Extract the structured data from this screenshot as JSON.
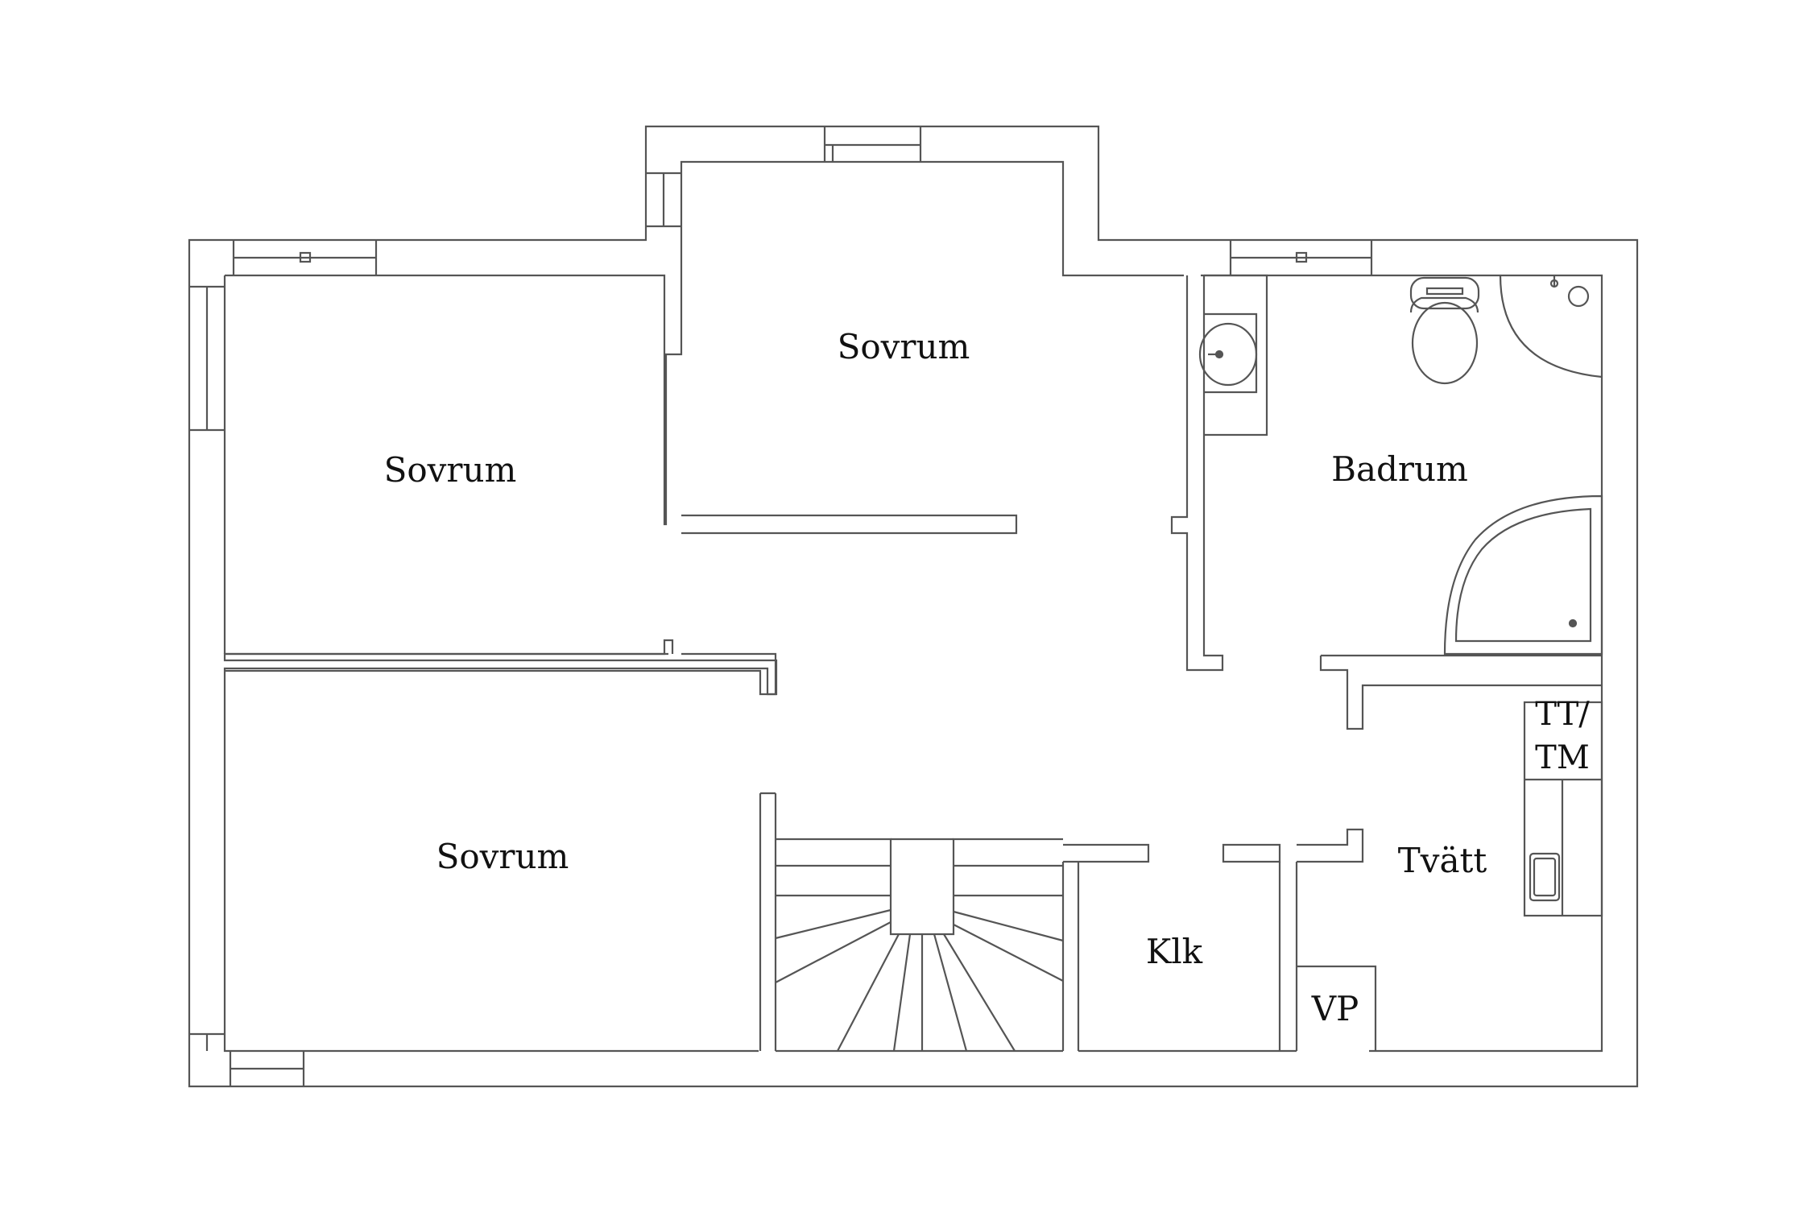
{
  "colors": {
    "background": "#ffffff",
    "line": "#555555",
    "text": "#111111"
  },
  "rooms": {
    "sovrum_top": "Sovrum",
    "sovrum_left": "Sovrum",
    "sovrum_bottom": "Sovrum",
    "badrum": "Badrum",
    "tvatt": "Tvätt",
    "klk": "Klk",
    "vp": "VP"
  },
  "appliances": {
    "tt_line1": "TT/",
    "tt_line2": "TM"
  }
}
